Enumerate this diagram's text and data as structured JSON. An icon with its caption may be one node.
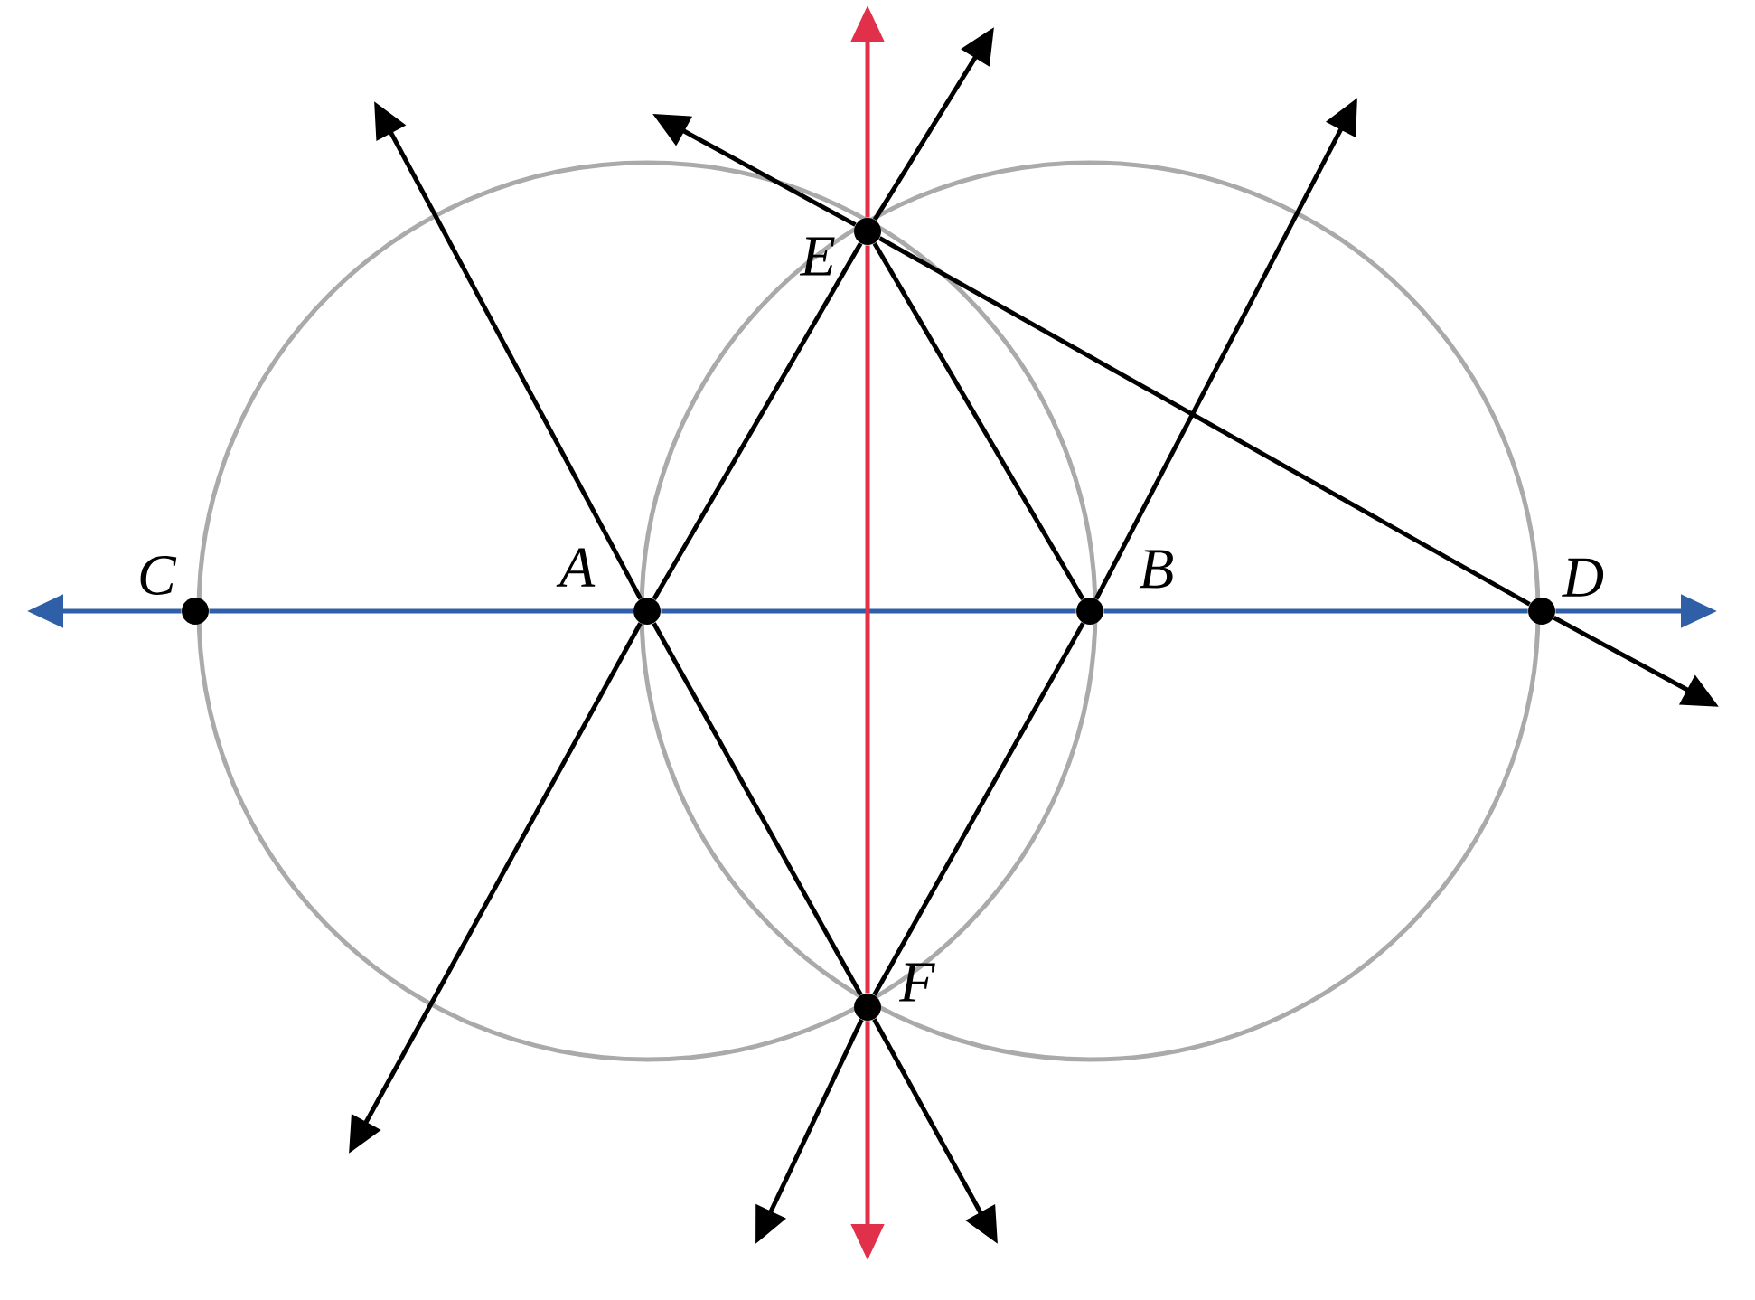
{
  "diagram": {
    "nodes": [
      {
        "text": [
          "E"
        ]
      },
      {
        "text": [
          "C"
        ]
      },
      {
        "text": [
          "A"
        ]
      },
      {
        "text": [
          "B"
        ]
      },
      {
        "text": [
          "D"
        ]
      },
      {
        "text": [
          "F"
        ]
      }
    ],
    "edges": [
      {
        "from": 1,
        "to": 2,
        "arrow": "none",
        "color": "#2f5fa7"
      },
      {
        "from": 2,
        "to": 3,
        "arrow": "none",
        "color": "#2f5fa7"
      },
      {
        "from": 3,
        "to": 4,
        "arrow": "none",
        "color": "#2f5fa7"
      },
      {
        "from": 1,
        "to": null,
        "arrow": "to",
        "color": "#2f5fa7"
      },
      {
        "from": 4,
        "to": null,
        "arrow": "to",
        "color": "#2f5fa7"
      },
      {
        "from": 0,
        "to": 5,
        "arrow": "none",
        "color": "#e0304a"
      },
      {
        "from": 0,
        "to": null,
        "arrow": "to",
        "color": "#e0304a"
      },
      {
        "from": 5,
        "to": null,
        "arrow": "to",
        "color": "#e0304a"
      },
      {
        "from": 2,
        "to": 0,
        "arrow": "none"
      },
      {
        "from": 0,
        "to": null,
        "arrow": "to"
      },
      {
        "from": 2,
        "to": null,
        "arrow": "to"
      },
      {
        "from": 2,
        "to": 5,
        "arrow": "none"
      },
      {
        "from": 2,
        "to": null,
        "arrow": "to"
      },
      {
        "from": 5,
        "to": null,
        "arrow": "to"
      },
      {
        "from": 3,
        "to": 5,
        "arrow": "none"
      },
      {
        "from": 3,
        "to": null,
        "arrow": "to"
      },
      {
        "from": 5,
        "to": null,
        "arrow": "to"
      },
      {
        "from": 0,
        "to": 3,
        "arrow": "none"
      },
      {
        "from": 0,
        "to": 4,
        "arrow": "none"
      },
      {
        "from": 0,
        "to": null,
        "arrow": "to"
      },
      {
        "from": 4,
        "to": null,
        "arrow": "to"
      }
    ]
  }
}
